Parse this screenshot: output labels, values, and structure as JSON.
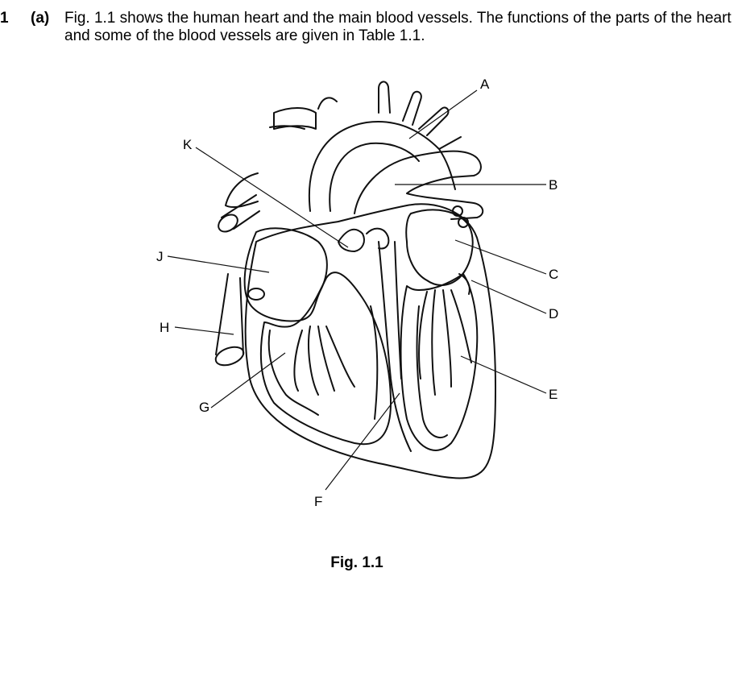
{
  "question": {
    "number": "1",
    "part": "(a)",
    "text": "Fig. 1.1 shows the human heart and the main blood vessels. The functions of the parts of the heart and some of the blood vessels are given in Table 1.1."
  },
  "figure": {
    "labels": {
      "a": "A",
      "b": "B",
      "c": "C",
      "d": "D",
      "e": "E",
      "f": "F",
      "g": "G",
      "h": "H",
      "j": "J",
      "k": "K"
    },
    "caption": "Fig. 1.1"
  }
}
